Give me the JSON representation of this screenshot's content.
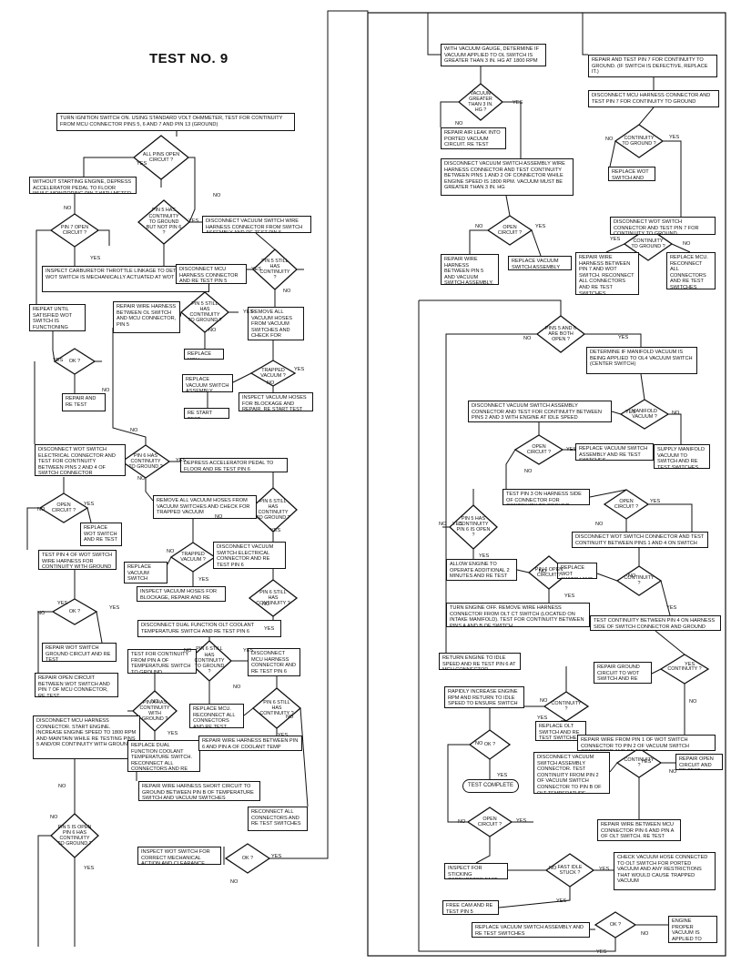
{
  "title": "TEST NO. 9",
  "labels": {
    "yes": "YES",
    "no": "NO"
  },
  "boxes": {
    "b_start": "TURN IGNITION SWITCH ON. USING STANDARD VOLT OHMMETER, TEST FOR CONTINUITY FROM MCU CONNECTOR PINS 5, 6 AND 7 AND PIN 13 (GROUND)",
    "b_without": "WITHOUT STARTING ENGINE, DEPRESS ACCELERATOR PEDAL TO FLOOR WHILE MONITORING PIN 7 WITH METER",
    "b_inspect_carb": "INSPECT CARBURETOR THROTTLE LINKAGE TO DETERMINE IF WOT SWITCH IS MECHANICALLY ACTUATED AT WOT POSITION",
    "b_repeat": "REPEAT UNTIL SATISFIED WOT SWITCH IS FUNCTIONING PROPERLY",
    "b_repair_retest": "REPAIR AND RE TEST",
    "b_disc_wot": "DISCONNECT WOT SWITCH ELECTRICAL CONNECTOR AND TEST FOR CONTINUITY BETWEEN PINS 2 AND 4 OF SWITCH CONNECTOR",
    "b_replace_wot_a": "REPLACE WOT SWITCH AND RE TEST",
    "b_test_pin4": "TEST PIN 4 OF WOT SWITCH WIRE HARNESS FOR CONTINUITY WITH GROUND",
    "b_repair_wot_ground": "REPAIR WOT SWITCH GROUND CIRCUIT AND RE TEST",
    "b_repair_open": "REPAIR OPEN CIRCUIT BETWEEN WOT SWITCH AND PIN 7 OF MCU CONNECTOR, RE TEST",
    "b_disc_mcu_start": "DISCONNECT MCU HARNESS CONNECTOR. START ENGINE. INCREASE ENGINE SPEED TO 1800 RPM AND MAINTAIN WHILE RE TESTING PINS 5 AND/OR CONTINUITY WITH GROUND",
    "b_disc_vac_wire": "DISCONNECT VACUUM SWITCH WIRE HARNESS CONNECTOR FROM SWITCH ASSEMBLY AND RE TEST PIN 5",
    "b_disc_mcu_pin5": "DISCONNECT MCU HARNESS CONNECTOR AND RE TEST PIN 5",
    "b_repair_harness_5": "REPAIR WIRE HARNESS BETWEEN OL SWITCH AND MCU CONNECTOR, PIN 5",
    "b_replace_mcu": "REPLACE MCU",
    "b_remove_vac": "REMOVE ALL VACUUM HOSES FROM VACUUM SWITCHES AND CHECK FOR TRAPPED VACUUM",
    "b_replace_vac_assy": "REPLACE VACUUM SWITCH ASSEMBLY",
    "b_inspect_vac_hoses": "INSPECT VACUUM HOSES FOR BLOCKAGE AND REPAIR. RE START TEST",
    "b_restart": "RE START TEST",
    "b_depress": "DEPRESS ACCELERATOR PEDAL TO FLOOR AND RE TEST PIN 6",
    "b_remove_vac2": "REMOVE ALL VACUUM HOSES FROM VACUUM SWITCHES AND CHECK FOR TRAPPED VACUUM",
    "b_replace_vac_sw": "REPLACE VACUUM SWITCH ASSEMBLY AND RE TEST",
    "b_inspect_vac2": "INSPECT VACUUM HOSES FOR BLOCKAGE, REPAIR AND RE TEST SWITCHES",
    "b_disc_vac_elec": "DISCONNECT VACUUM SWITCH ELECTRICAL CONNECTOR AND RE TEST PIN 6",
    "b_disc_dual": "DISCONNECT DUAL FUNCTION OLT COOLANT TEMPERATURE SWITCH AND RE TEST PIN 6",
    "b_test_pin_a": "TEST FOR CONTINUITY FROM PIN A OF TEMPERATURE SWITCH TO GROUND",
    "b_disc_mcu_pin6": "DISCONNECT MCU HARNESS CONNECTOR AND RE TEST PIN 6",
    "b_replace_mcu_reconnect": "REPLACE MCU. RECONNECT ALL CONNECTORS AND RE TEST",
    "b_replace_dual": "REPLACE DUAL FUNCTION COOLANT TEMPERATURE SWITCH. RECONNECT ALL CONNECTORS AND RE TEST SWITCHES",
    "b_repair_harness_6": "REPAIR WIRE HARNESS BETWEEN PIN 6 AND PIN A OF COOLANT TEMP SWITCH",
    "b_repair_short": "REPAIR WIRE HARNESS SHORT CIRCUIT TO GROUND BETWEEN PIN B OF TEMPERATURE SWITCH AND VACUUM SWITCHES",
    "b_reconnect": "RECONNECT ALL CONNECTORS AND RE TEST SWITCHES",
    "b_inspect_wot_mech": "INSPECT WOT SWITCH FOR CORRECT MECHANICAL ACTION AND CLEARANCE",
    "b_vac_gauge": "WITH VACUUM GAUGE, DETERMINE IF VACUUM APPLIED TO OL SWITCH IS GREATER THAN 3 IN. Hg AT 1800 RPM",
    "b_repair_air_leak": "REPAIR AIR LEAK INTO PORTED VACUUM CIRCUIT. RE TEST SWITCHES",
    "b_disc_vac_assy_1800": "DISCONNECT VACUUM SWITCH ASSEMBLY WIRE HARNESS CONNECTOR AND TEST CONTINUITY BETWEEN PINS 1 AND 2 OF CONNECTOR WHILE ENGINE SPEED IS 1800 RPM. VACUUM MUST BE GREATER THAN 3 IN. Hg",
    "b_repair_harness_5b": "REPAIR WIRE HARNESS BETWEEN PIN 5 AND VACUUM SWITCH ASSEMBLY, RE TEST SWITCHES",
    "b_replace_vac_assy2": "REPLACE VACUUM SWITCH ASSEMBLY AND RE TEST SWITCHES",
    "b_repair_test_pin7": "REPAIR AND TEST PIN 7 FOR CONTINUITY TO GROUND. (IF SWITCH IS DEFECTIVE, REPLACE IT.)",
    "b_disc_mcu_pin7": "DISCONNECT MCU HARNESS CONNECTOR AND TEST PIN 7 FOR CONTINUITY TO GROUND",
    "b_replace_wot_b": "REPLACE WOT SWITCH AND RE TEST SWITCHES",
    "b_disc_wot_pin7": "DISCONNECT WOT SWITCH CONNECTOR AND TEST PIN 7 FOR CONTINUITY TO GROUND",
    "b_repair_harness_7": "REPAIR WIRE HARNESS BETWEEN PIN 7 AND WOT SWITCH. RECONNECT ALL CONNECTORS AND RE TEST SWITCHES",
    "b_replace_mcu_b": "REPLACE MCU. RECONNECT ALL CONNECTORS AND RE TEST SWITCHES",
    "b_determine_manifold": "DETERMINE IF MANIFOLD VACUUM IS BEING APPLIED TO OL4 VACUUM SWITCH (CENTER SWITCH)",
    "b_disc_vac_idle": "DISCONNECT VACUUM SWITCH ASSEMBLY CONNECTOR AND TEST FOR CONTINUITY BETWEEN PINS 2 AND 3 WITH ENGINE AT IDLE SPEED",
    "b_replace_vac_assy3": "REPLACE VACUUM SWITCH ASSEMBLY AND RE TEST SWITCHES",
    "b_supply_manifold": "SUPPLY MANIFOLD VACUUM TO SWITCH AND RE TEST SWITCHES",
    "b_test_pin3": "TEST PIN 3 ON HARNESS SIDE OF CONNECTOR FOR CONTINUITY TO GROUND",
    "b_disc_wot_pins14": "DISCONNECT WOT SWITCH CONNECTOR AND TEST CONTINUITY BETWEEN PINS 1 AND 4 ON SWITCH",
    "b_allow_engine": "ALLOW ENGINE TO OPERATE ADDITIONAL 2 MINUTES AND RE TEST PIN 6",
    "b_replace_wot_c": "REPLACE WOT SWITCH AND RE TEST",
    "b_turn_engine_off": "TURN ENGINE OFF. REMOVE WIRE HARNESS CONNECTOR FROM OLT CT SWITCH (LOCATED ON INTAKE MANIFOLD). TEST FOR CONTINUITY BETWEEN PINS A AND B OF SWITCH",
    "b_test_cont_pin4": "TEST CONTINUITY BETWEEN PIN 4 ON HARNESS SIDE OF SWITCH CONNECTOR AND GROUND",
    "b_return_engine": "RETURN ENGINE TO IDLE SPEED AND RE TEST PIN 6 AT MCU CONNECTOR",
    "b_rapidly": "RAPIDLY INCREASE ENGINE RPM AND RETURN TO IDLE SPEED TO ENSURE SWITCH IS OK",
    "b_repair_ground": "REPAIR GROUND CIRCUIT TO WOT SWITCH AND RE TEST",
    "b_replace_olt": "REPLACE OLT SWITCH AND RE TEST SWITCHES",
    "b_repair_pin1": "REPAIR WIRE FROM PIN 1 OF WOT SWITCH CONNECTOR TO PIN 2 OF VACUUM SWITCH CONNECTOR AND RE TEST",
    "b_disc_vac_assy_ct": "DISCONNECT VACUUM SWITCH ASSEMBLY CONNECTOR. TEST CONTINUITY FROM PIN 2 OF VACUUM SWITCH CONNECTOR TO PIN B OF OLT TEMPERATURE SWITCH CONNECTOR",
    "b_repair_open_b": "REPAIR OPEN CIRCUIT AND RE TEST",
    "b_repair_wire_mcu": "REPAIR WIRE BETWEEN MCU CONNECTOR PIN 6 AND PIN A OF OLT SWITCH. RE TEST",
    "b_inspect_sticking": "INSPECT FOR STICKING CARBURETOR FAST IDLE CAM",
    "b_check_vac_hose": "CHECK VACUUM HOSE CONNECTED TO OLT SWITCH FOR PORTED VACUUM AND ANY RESTRICTIONS THAT WOULD CAUSE TRAPPED VACUUM",
    "b_free_cam": "FREE CAM AND RE TEST PIN 5",
    "b_replace_vac_final": "REPLACE VACUUM SWITCH ASSEMBLY AND RE TEST SWITCHES",
    "b_engine_proper": "ENGINE PROPER VACUUM IS APPLIED TO SWITCH AND RE TEST"
  },
  "decisions": {
    "d_all_pins": "ALL PINS OPEN CIRCUIT ?",
    "d_pin7_open": "PIN 7 OPEN CIRCUIT ?",
    "d_ok1": "OK ?",
    "d_pin5_cont": "PIN 5 HAS CONTINUITY TO GROUND BUT NOT PIN 6 ?",
    "d_pin5_still": "PIN 5 STILL HAS CONTINUITY ?",
    "d_pin5_still2": "PIN 5 STILL HAS CONTINUITY TO GROUND ?",
    "d_trapped": "TRAPPED VACUUM ?",
    "d_open1": "OPEN CIRCUIT ?",
    "d_ok2": "OK ?",
    "d_pin5_open": "PIN 5 IS OPEN PIN 6 HAS CONTINUITY TO GROUND ?",
    "d_pin6_cont": "PIN 6 HAS CONTINUITY TO GROUND ?",
    "d_pin6_still": "PIN 6 STILL HAS CONTINUITY TO GROUND ?",
    "d_trapped2": "TRAPPED VACUUM ?",
    "d_pin6_still2": "PIN 6 STILL HAS CONTINUITY ?",
    "d_pin6_still3": "PIN 6 STILL HAS CONTINUITY TO GROUND ?",
    "d_pin6_still4": "PIN 6 STILL HAS CONTINUITY ?",
    "d_pina_cont": "PIN A HAS CONTINUITY WITH GROUND ?",
    "d_ok3": "OK ?",
    "d_vac_greater": "VACUUM GREATER THAN 3 IN. Hg ?",
    "d_open2": "OPEN CIRCUIT ?",
    "d_cont_ground": "CONTINUITY TO GROUND ?",
    "d_cont_ground2": "CONTINUITY TO GROUND ?",
    "d_pins_open": "PINS 5 AND 6 ARE BOTH OPEN ?",
    "d_manifold": "MANIFOLD VACUUM ?",
    "d_open3": "OPEN CIRCUIT ?",
    "d_open4": "OPEN CIRCUIT ?",
    "d_pin5_cont_b": "PIN 5 HAS CONTINUITY PIN 6 IS OPEN ?",
    "d_pin6_open": "PIN 6 OPEN CIRCUIT ?",
    "d_continuity1": "CONTINUITY ?",
    "d_continuity2": "CONTINUITY ?",
    "d_continuity3": "CONTINUITY ?",
    "d_ok4": "OK ?",
    "d_continuity4": "CONTINUITY ?",
    "d_open5": "OPEN CIRCUIT ?",
    "d_fast_idle": "FAST IDLE STUCK ?",
    "d_ok5": "OK ?"
  },
  "terminal": "TEST COMPLETE"
}
